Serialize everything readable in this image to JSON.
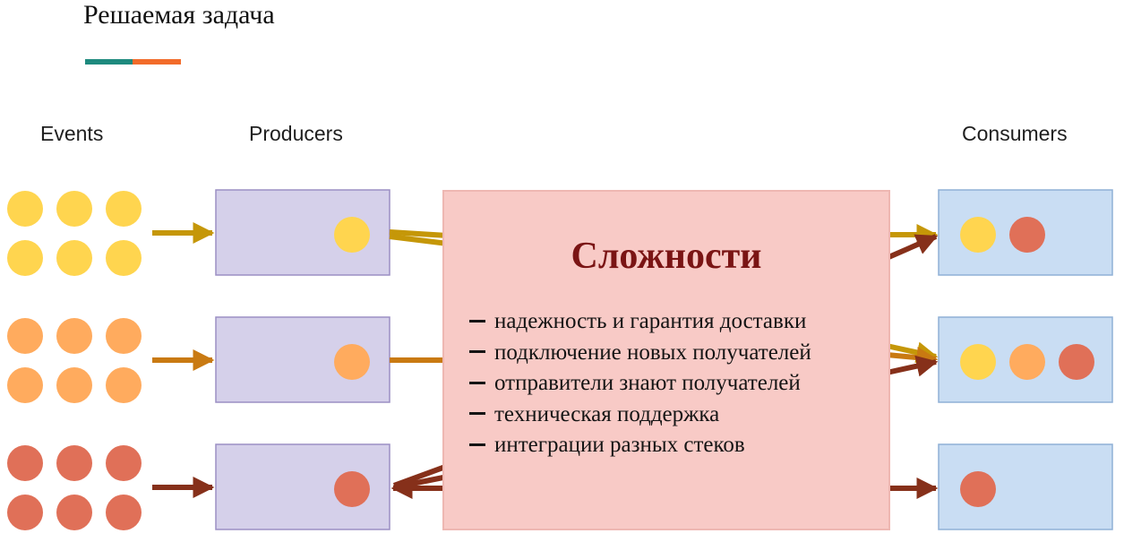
{
  "slide": {
    "title": "Решаемая задача"
  },
  "colors": {
    "underline_teal": "#1e8a7e",
    "underline_orange": "#f26b2a",
    "event_yellow": "#ffd54f",
    "event_orange": "#ffab5e",
    "event_red": "#e07058",
    "producer_fill": "#d5d0ea",
    "producer_border": "#9b8fc4",
    "consumer_fill": "#c9ddf3",
    "consumer_border": "#8fb0d6",
    "box_fill": "#f8cac6",
    "box_border": "#eeb7b2",
    "arrow_yellow": "#c59708",
    "arrow_orange": "#c97a12",
    "arrow_red": "#86301a"
  },
  "diagram": {
    "headers": {
      "events": "Events",
      "producers": "Producers",
      "consumers": "Consumers"
    },
    "rows": [
      {
        "event_color": "yellow",
        "producer_event": "yellow",
        "consumer_events": [
          "yellow",
          "red"
        ]
      },
      {
        "event_color": "orange",
        "producer_event": "orange",
        "consumer_events": [
          "yellow",
          "orange",
          "red"
        ]
      },
      {
        "event_color": "red",
        "producer_event": "red",
        "consumer_events": [
          "red"
        ]
      }
    ],
    "complexities": {
      "title": "Сложности",
      "items": [
        "надежность и гарантия доставки",
        "подключение новых получателей",
        "отправители знают получателей",
        "техническая поддержка",
        "интеграции разных стеков"
      ]
    }
  }
}
